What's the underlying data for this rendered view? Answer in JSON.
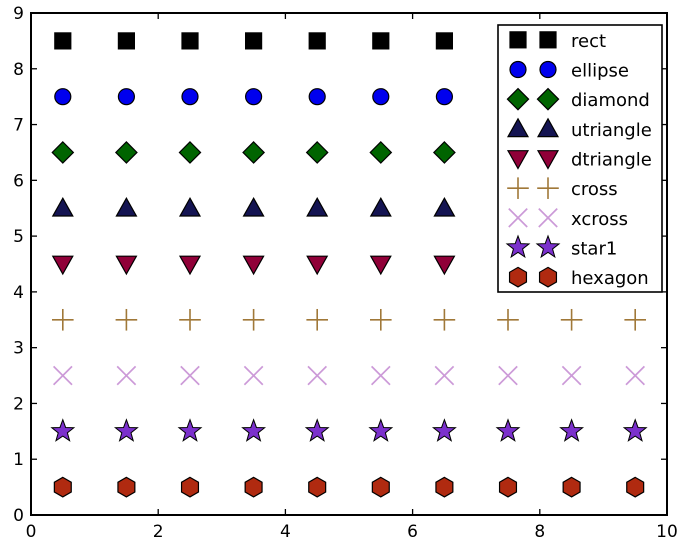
{
  "chart_data": {
    "type": "scatter",
    "title": "",
    "xlabel": "",
    "ylabel": "",
    "xlim": [
      0,
      10
    ],
    "ylim": [
      0,
      9
    ],
    "grid": false,
    "legend_position": "upper right",
    "xticks": [
      0,
      2,
      4,
      6,
      8,
      10
    ],
    "xtick_labels": [
      "0",
      "2",
      "4",
      "6",
      "8",
      "10"
    ],
    "yticks": [
      0,
      1,
      2,
      3,
      4,
      5,
      6,
      7,
      8,
      9
    ],
    "ytick_labels": [
      "0",
      "1",
      "2",
      "3",
      "4",
      "5",
      "6",
      "7",
      "8",
      "9"
    ],
    "series": [
      {
        "name": "rect",
        "marker": "square",
        "color": "#000000",
        "edgecolor": "#000000",
        "y": 8.5,
        "x": [
          0.5,
          1.5,
          2.5,
          3.5,
          4.5,
          5.5,
          6.5
        ],
        "values": [
          8.5,
          8.5,
          8.5,
          8.5,
          8.5,
          8.5,
          8.5
        ]
      },
      {
        "name": "ellipse",
        "marker": "circle",
        "color": "#0000ee",
        "edgecolor": "#000000",
        "y": 7.5,
        "x": [
          0.5,
          1.5,
          2.5,
          3.5,
          4.5,
          5.5,
          6.5
        ],
        "values": [
          7.5,
          7.5,
          7.5,
          7.5,
          7.5,
          7.5,
          7.5
        ]
      },
      {
        "name": "diamond",
        "marker": "diamond",
        "color": "#006400",
        "edgecolor": "#000000",
        "y": 6.5,
        "x": [
          0.5,
          1.5,
          2.5,
          3.5,
          4.5,
          5.5,
          6.5
        ],
        "values": [
          6.5,
          6.5,
          6.5,
          6.5,
          6.5,
          6.5,
          6.5
        ]
      },
      {
        "name": "utriangle",
        "marker": "triangle-up",
        "color": "#141452",
        "edgecolor": "#000000",
        "y": 5.5,
        "x": [
          0.5,
          1.5,
          2.5,
          3.5,
          4.5,
          5.5,
          6.5
        ],
        "values": [
          5.5,
          5.5,
          5.5,
          5.5,
          5.5,
          5.5,
          5.5
        ]
      },
      {
        "name": "dtriangle",
        "marker": "triangle-down",
        "color": "#900038",
        "edgecolor": "#000000",
        "y": 4.5,
        "x": [
          0.5,
          1.5,
          2.5,
          3.5,
          4.5,
          5.5,
          6.5
        ],
        "values": [
          4.5,
          4.5,
          4.5,
          4.5,
          4.5,
          4.5,
          4.5
        ]
      },
      {
        "name": "cross",
        "marker": "plus",
        "color": "#a07838",
        "edgecolor": "#a07838",
        "y": 3.5,
        "x": [
          0.5,
          1.5,
          2.5,
          3.5,
          4.5,
          5.5,
          6.5,
          7.5,
          8.5,
          9.5
        ],
        "values": [
          3.5,
          3.5,
          3.5,
          3.5,
          3.5,
          3.5,
          3.5,
          3.5,
          3.5,
          3.5
        ]
      },
      {
        "name": "xcross",
        "marker": "x",
        "color": "#cc9ad8",
        "edgecolor": "#cc9ad8",
        "y": 2.5,
        "x": [
          0.5,
          1.5,
          2.5,
          3.5,
          4.5,
          5.5,
          6.5,
          7.5,
          8.5,
          9.5
        ],
        "values": [
          2.5,
          2.5,
          2.5,
          2.5,
          2.5,
          2.5,
          2.5,
          2.5,
          2.5,
          2.5
        ]
      },
      {
        "name": "star1",
        "marker": "star",
        "color": "#7b30cc",
        "edgecolor": "#000000",
        "y": 1.5,
        "x": [
          0.5,
          1.5,
          2.5,
          3.5,
          4.5,
          5.5,
          6.5,
          7.5,
          8.5,
          9.5
        ],
        "values": [
          1.5,
          1.5,
          1.5,
          1.5,
          1.5,
          1.5,
          1.5,
          1.5,
          1.5,
          1.5
        ]
      },
      {
        "name": "hexagon",
        "marker": "hexagon",
        "color": "#b02a10",
        "edgecolor": "#000000",
        "y": 0.5,
        "x": [
          0.5,
          1.5,
          2.5,
          3.5,
          4.5,
          5.5,
          6.5,
          7.5,
          8.5,
          9.5
        ],
        "values": [
          0.5,
          0.5,
          0.5,
          0.5,
          0.5,
          0.5,
          0.5,
          0.5,
          0.5,
          0.5
        ]
      }
    ]
  },
  "legend": {
    "entries": [
      {
        "label": "rect"
      },
      {
        "label": "ellipse"
      },
      {
        "label": "diamond"
      },
      {
        "label": "utriangle"
      },
      {
        "label": "dtriangle"
      },
      {
        "label": "cross"
      },
      {
        "label": "xcross"
      },
      {
        "label": "star1"
      },
      {
        "label": "hexagon"
      }
    ]
  },
  "axes": {
    "frame_color": "#000000",
    "background": "#ffffff"
  }
}
